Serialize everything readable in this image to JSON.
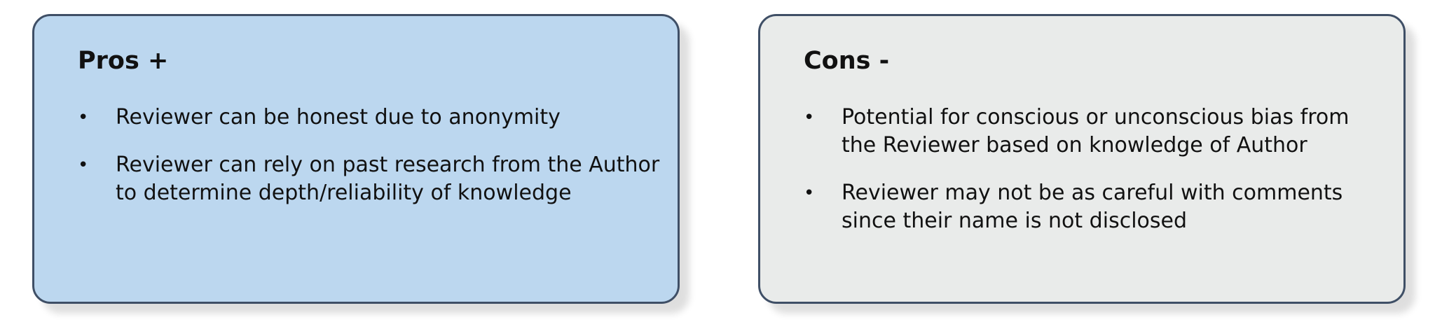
{
  "pros": {
    "title": "Pros +",
    "items": [
      "Reviewer can be honest due to anonymity",
      "Reviewer can rely on past research from the Author to determine depth/reliability of knowledge"
    ]
  },
  "cons": {
    "title": "Cons -",
    "items": [
      "Potential for conscious or unconscious bias from the Reviewer based on knowledge of Author",
      "Reviewer may not be as careful with comments since their name is not disclosed"
    ]
  },
  "colors": {
    "pros_fill": "#bcd7ef",
    "cons_fill": "#e9ebea",
    "border": "#3f4f66",
    "text": "#111111"
  },
  "bullet_glyph": "•"
}
